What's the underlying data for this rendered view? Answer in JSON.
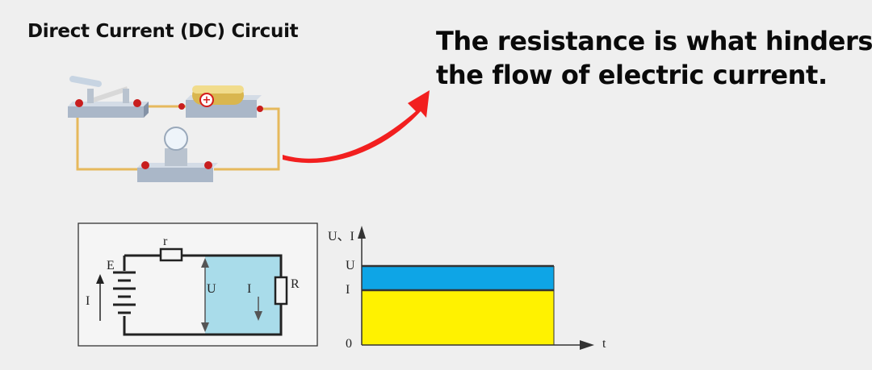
{
  "title": "Direct Current (DC) Circuit",
  "headline": {
    "line1": "The resistance is what hinders",
    "line2": "the flow of electric current."
  },
  "schematic": {
    "resistor_internal": "r",
    "emf": "E",
    "current_left": "I",
    "voltage": "U",
    "current_right": "I",
    "load": "R"
  },
  "graph": {
    "y_axis_label": "U、I",
    "x_axis_label": "t",
    "tick_U": "U",
    "tick_I": "I",
    "origin": "0",
    "colors": {
      "voltage_band": "#0ea5e6",
      "current_area": "#fff200"
    }
  },
  "colors": {
    "arrow": "#f21f1f",
    "wire": "#e6b95c",
    "schematic_fill": "#a9dcea"
  }
}
